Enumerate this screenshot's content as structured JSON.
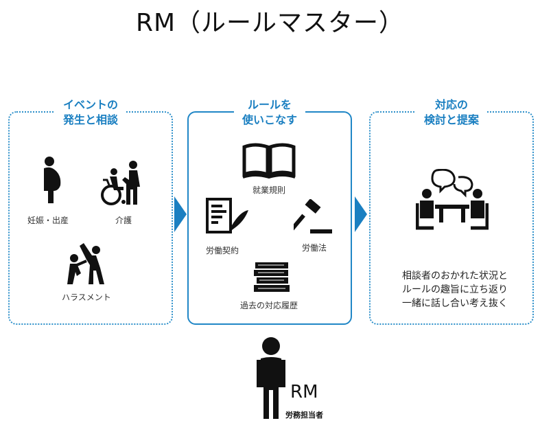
{
  "title": "RM（ルールマスター）",
  "panels": {
    "left": {
      "heading_line1": "イベントの",
      "heading_line2": "発生と相談",
      "items": {
        "pregnancy": "妊娠・出産",
        "care": "介護",
        "harassment": "ハラスメント"
      }
    },
    "center": {
      "heading_line1": "ルールを",
      "heading_line2": "使いこなす",
      "items": {
        "work_rules": "就業規則",
        "labor_contract": "労働契約",
        "labor_law": "労働法",
        "past_cases": "過去の対応履歴"
      }
    },
    "right": {
      "heading_line1": "対応の",
      "heading_line2": "検討と提案",
      "advice_line1": "相談者のおかれた状況と",
      "advice_line2": "ルールの趣旨に立ち返り",
      "advice_line3": "一緒に話し合い考え抜く"
    }
  },
  "person": {
    "label": "RM",
    "sublabel": "労務担当者"
  },
  "colors": {
    "accent": "#1f86c6",
    "arrow": "#1a7fc1",
    "icon": "#111111"
  }
}
